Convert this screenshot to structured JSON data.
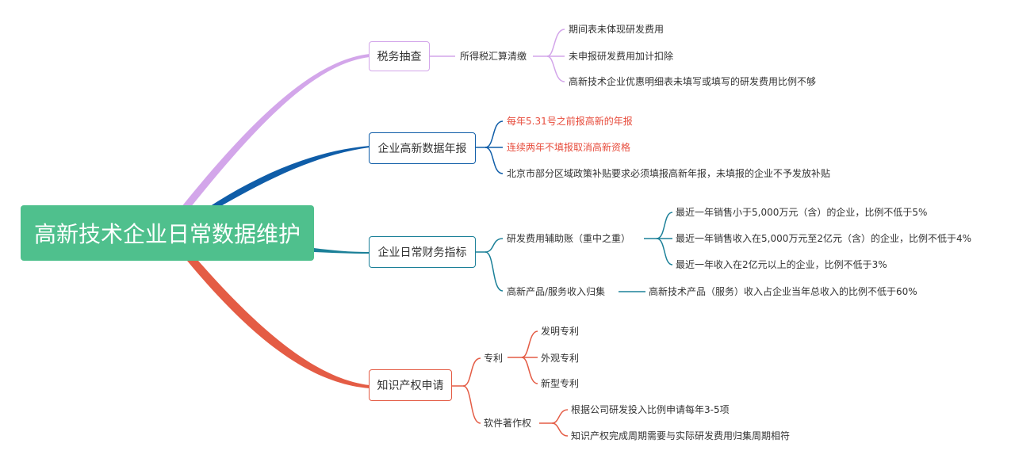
{
  "colors": {
    "root_bg": "#4fc08d",
    "tax": "#d3a6ea",
    "annual": "#0f5da8",
    "finance": "#1b8098",
    "ip": "#e45c45",
    "highlight_text": "#e74c3c"
  },
  "root": {
    "label": "高新技术企业日常数据维护"
  },
  "tax": {
    "label": "税务抽查",
    "sub": {
      "label": "所得税汇算清缴",
      "items": [
        "期间表未体现研发费用",
        "未申报研发费用加计扣除",
        "高新技术企业优惠明细表未填写或填写的研发费用比例不够"
      ]
    }
  },
  "annual": {
    "label": "企业高新数据年报",
    "items": [
      "每年5.31号之前报高新的年报",
      "连续两年不填报取消高新资格",
      "北京市部分区域政策补贴要求必须填报高新年报，未填报的企业不予发放补贴"
    ]
  },
  "finance": {
    "label": "企业日常财务指标",
    "rd": {
      "label": "研发费用辅助账",
      "mark": "（重中之重）",
      "items": [
        "最近一年销售小于5,000万元（含）的企业，比例不低于5%",
        "最近一年销售收入在5,000万元至2亿元（含）的企业，比例不低于4%",
        "最近一年收入在2亿元以上的企业，比例不低于3%"
      ]
    },
    "product": {
      "label": "高新产品/服务收入归集",
      "item": "高新技术产品（服务）收入占企业当年总收入的比例不低于60%"
    }
  },
  "ip": {
    "label": "知识产权申请",
    "patent": {
      "label": "专利",
      "items": [
        "发明专利",
        "外观专利",
        "新型专利"
      ]
    },
    "software": {
      "label": "软件著作权",
      "items": [
        "根据公司研发投入比例申请每年3-5项",
        "知识产权完成周期需要与实际研发费用归集周期相符"
      ]
    }
  }
}
